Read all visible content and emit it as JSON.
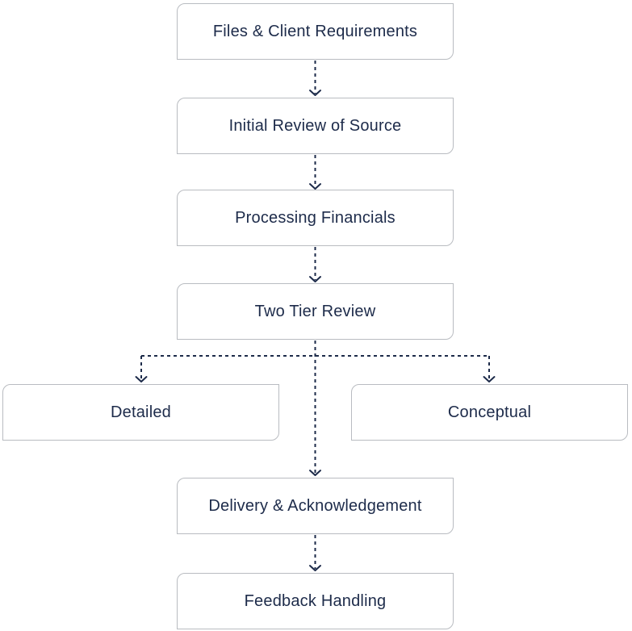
{
  "diagram": {
    "nodes": {
      "files": "Files & Client Requirements",
      "initial_review": "Initial Review of Source",
      "processing": "Processing Financials",
      "two_tier": "Two Tier Review",
      "detailed": "Detailed",
      "conceptual": "Conceptual",
      "delivery": "Delivery & Acknowledgement",
      "feedback": "Feedback Handling"
    },
    "edges": [
      [
        "files",
        "initial_review"
      ],
      [
        "initial_review",
        "processing"
      ],
      [
        "processing",
        "two_tier"
      ],
      [
        "two_tier",
        "detailed"
      ],
      [
        "two_tier",
        "conceptual"
      ],
      [
        "two_tier",
        "delivery"
      ],
      [
        "delivery",
        "feedback"
      ]
    ],
    "colors": {
      "text": "#1d2b4a",
      "connector": "#1d2b4a",
      "border": "#b9bcc1"
    }
  }
}
